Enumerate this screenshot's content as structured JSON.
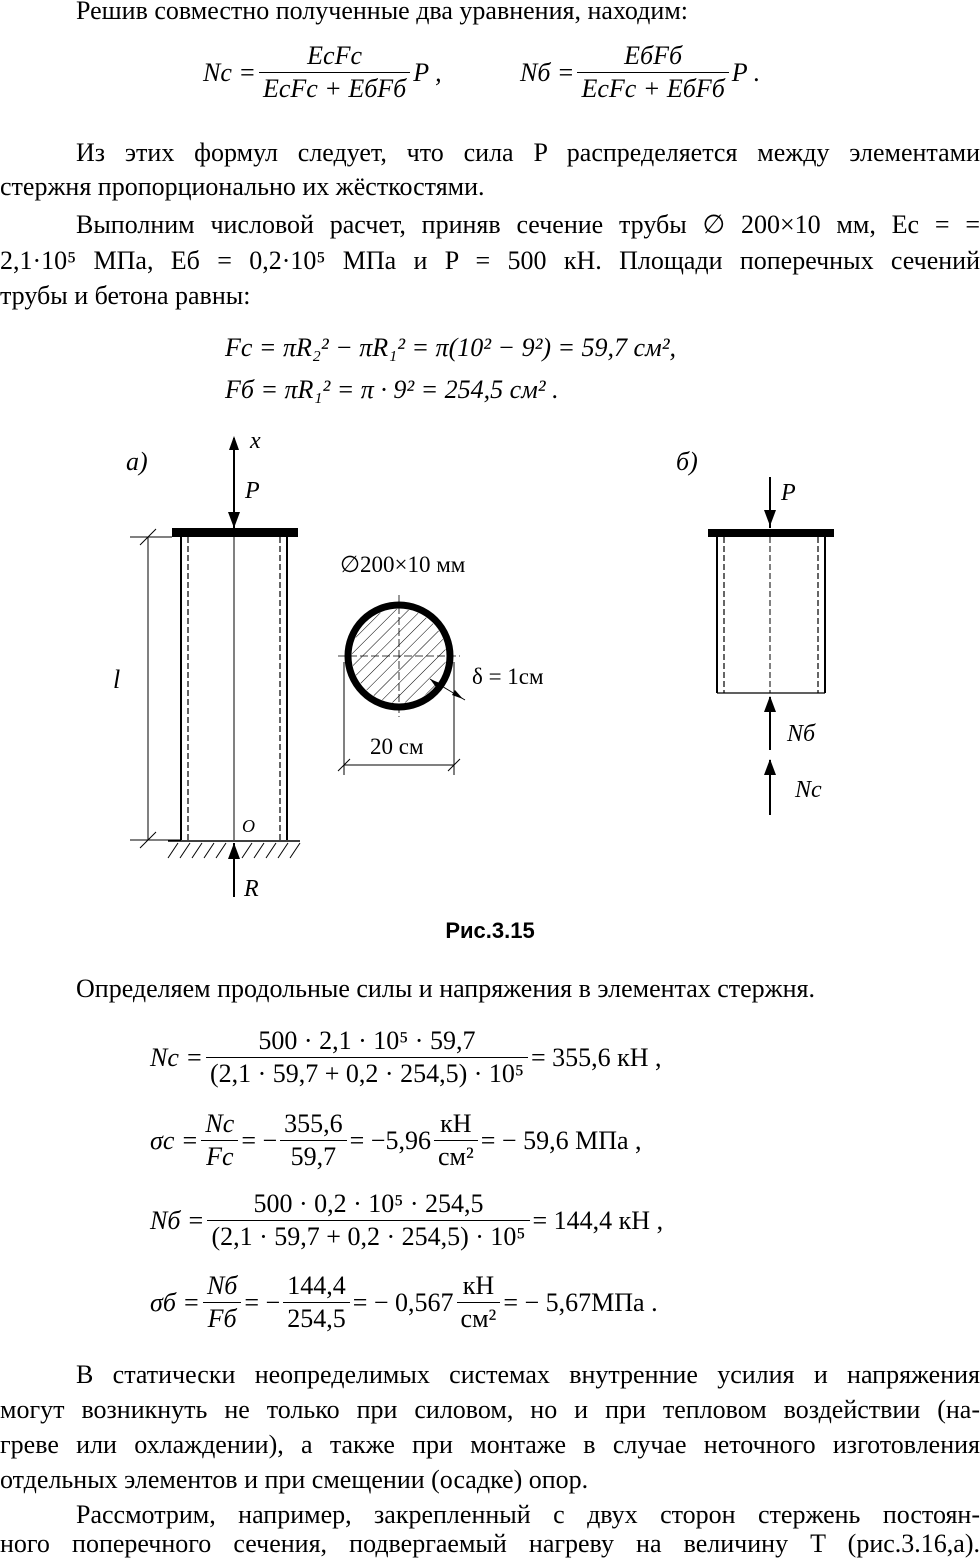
{
  "text": {
    "p0": "Решив совместно полученные два уравнения, находим:",
    "p1_l1": "Из этих формул следует, что сила P распределяется между элементами",
    "p1_l2": "стержня пропорционально их жёсткостями.",
    "p2_l1": "Выполним числовой расчет, приняв сечение трубы ∅ 200×10 мм, Eс = =",
    "p2_l2": "2,1·10⁵ МПа, Eб = 0,2·10⁵ МПа и P = 500 кН. Площади поперечных сечений",
    "p2_l3": "трубы и бетона равны:",
    "p3": "Определяем продольные силы и напряжения в элементах стержня.",
    "p4_l1": "В статически неопределимых системах внутренние усилия и напряжения",
    "p4_l2": "могут возникнуть не только при силовом, но и при тепловом воздействии (на-",
    "p4_l3": "греве или охлаждении), а также при монтаже в случае неточного изготовления",
    "p4_l4": "отдельных элементов и при смещении (осадке) опор.",
    "p5_l1": "Рассмотрим, например, закрепленный с двух сторон стержень постоян-",
    "p5_l2": "ного поперечного сечения, подвергаемый нагреву на величину T (рис.3.16,а)."
  },
  "formulas": {
    "nc_lhs": "Nс =",
    "nc_num": "EсFс",
    "nc_den": "EсFс + EбFб",
    "nc_tail": "P ,",
    "nb_lhs": "Nб =",
    "nb_num": "EбFб",
    "nb_den": "EсFс + EбFб",
    "nb_tail": "P .",
    "fc": "Fс = πR₂² − πR₁² = π(10² − 9²) = 59,7 см²,",
    "fb": "Fб = πR₁² = π · 9² = 254,5 см² .",
    "calc_nc_lhs": "Nс =",
    "calc_nc_num": "500 · 2,1 · 10⁵ · 59,7",
    "calc_nc_den": "(2,1 · 59,7 + 0,2 · 254,5) · 10⁵",
    "calc_nc_rhs": "= 355,6 кН ,",
    "sc_lhs": "σс =",
    "sc_f1_num": "Nс",
    "sc_f1_den": "Fс",
    "sc_mid": "= −",
    "sc_f2_num": "355,6",
    "sc_f2_den": "59,7",
    "sc_mid2": "= −5,96",
    "sc_f3_num": "кН",
    "sc_f3_den": "см²",
    "sc_rhs": "= − 59,6 МПа ,",
    "calc_nb_lhs": "Nб =",
    "calc_nb_num": "500 · 0,2 · 10⁵ · 254,5",
    "calc_nb_den": "(2,1 · 59,7 + 0,2 · 254,5) · 10⁵",
    "calc_nb_rhs": "= 144,4 кН ,",
    "sb_lhs": "σб =",
    "sb_f1_num": "Nб",
    "sb_f1_den": "Fб",
    "sb_mid": "= −",
    "sb_f2_num": "144,4",
    "sb_f2_den": "254,5",
    "sb_mid2": "= − 0,567",
    "sb_f3_num": "кН",
    "sb_f3_den": "см²",
    "sb_rhs": "= − 5,67МПа ."
  },
  "figure": {
    "label_a": "а)",
    "label_b": "б)",
    "axis_x": "x",
    "force_p": "P",
    "force_r": "R",
    "origin": "O",
    "length": "l",
    "section": "∅200×10 мм",
    "delta": "δ = 1см",
    "diameter": "20 см",
    "force_nb": "Nб",
    "force_nc": "Nс",
    "caption": "Рис.3.15"
  }
}
